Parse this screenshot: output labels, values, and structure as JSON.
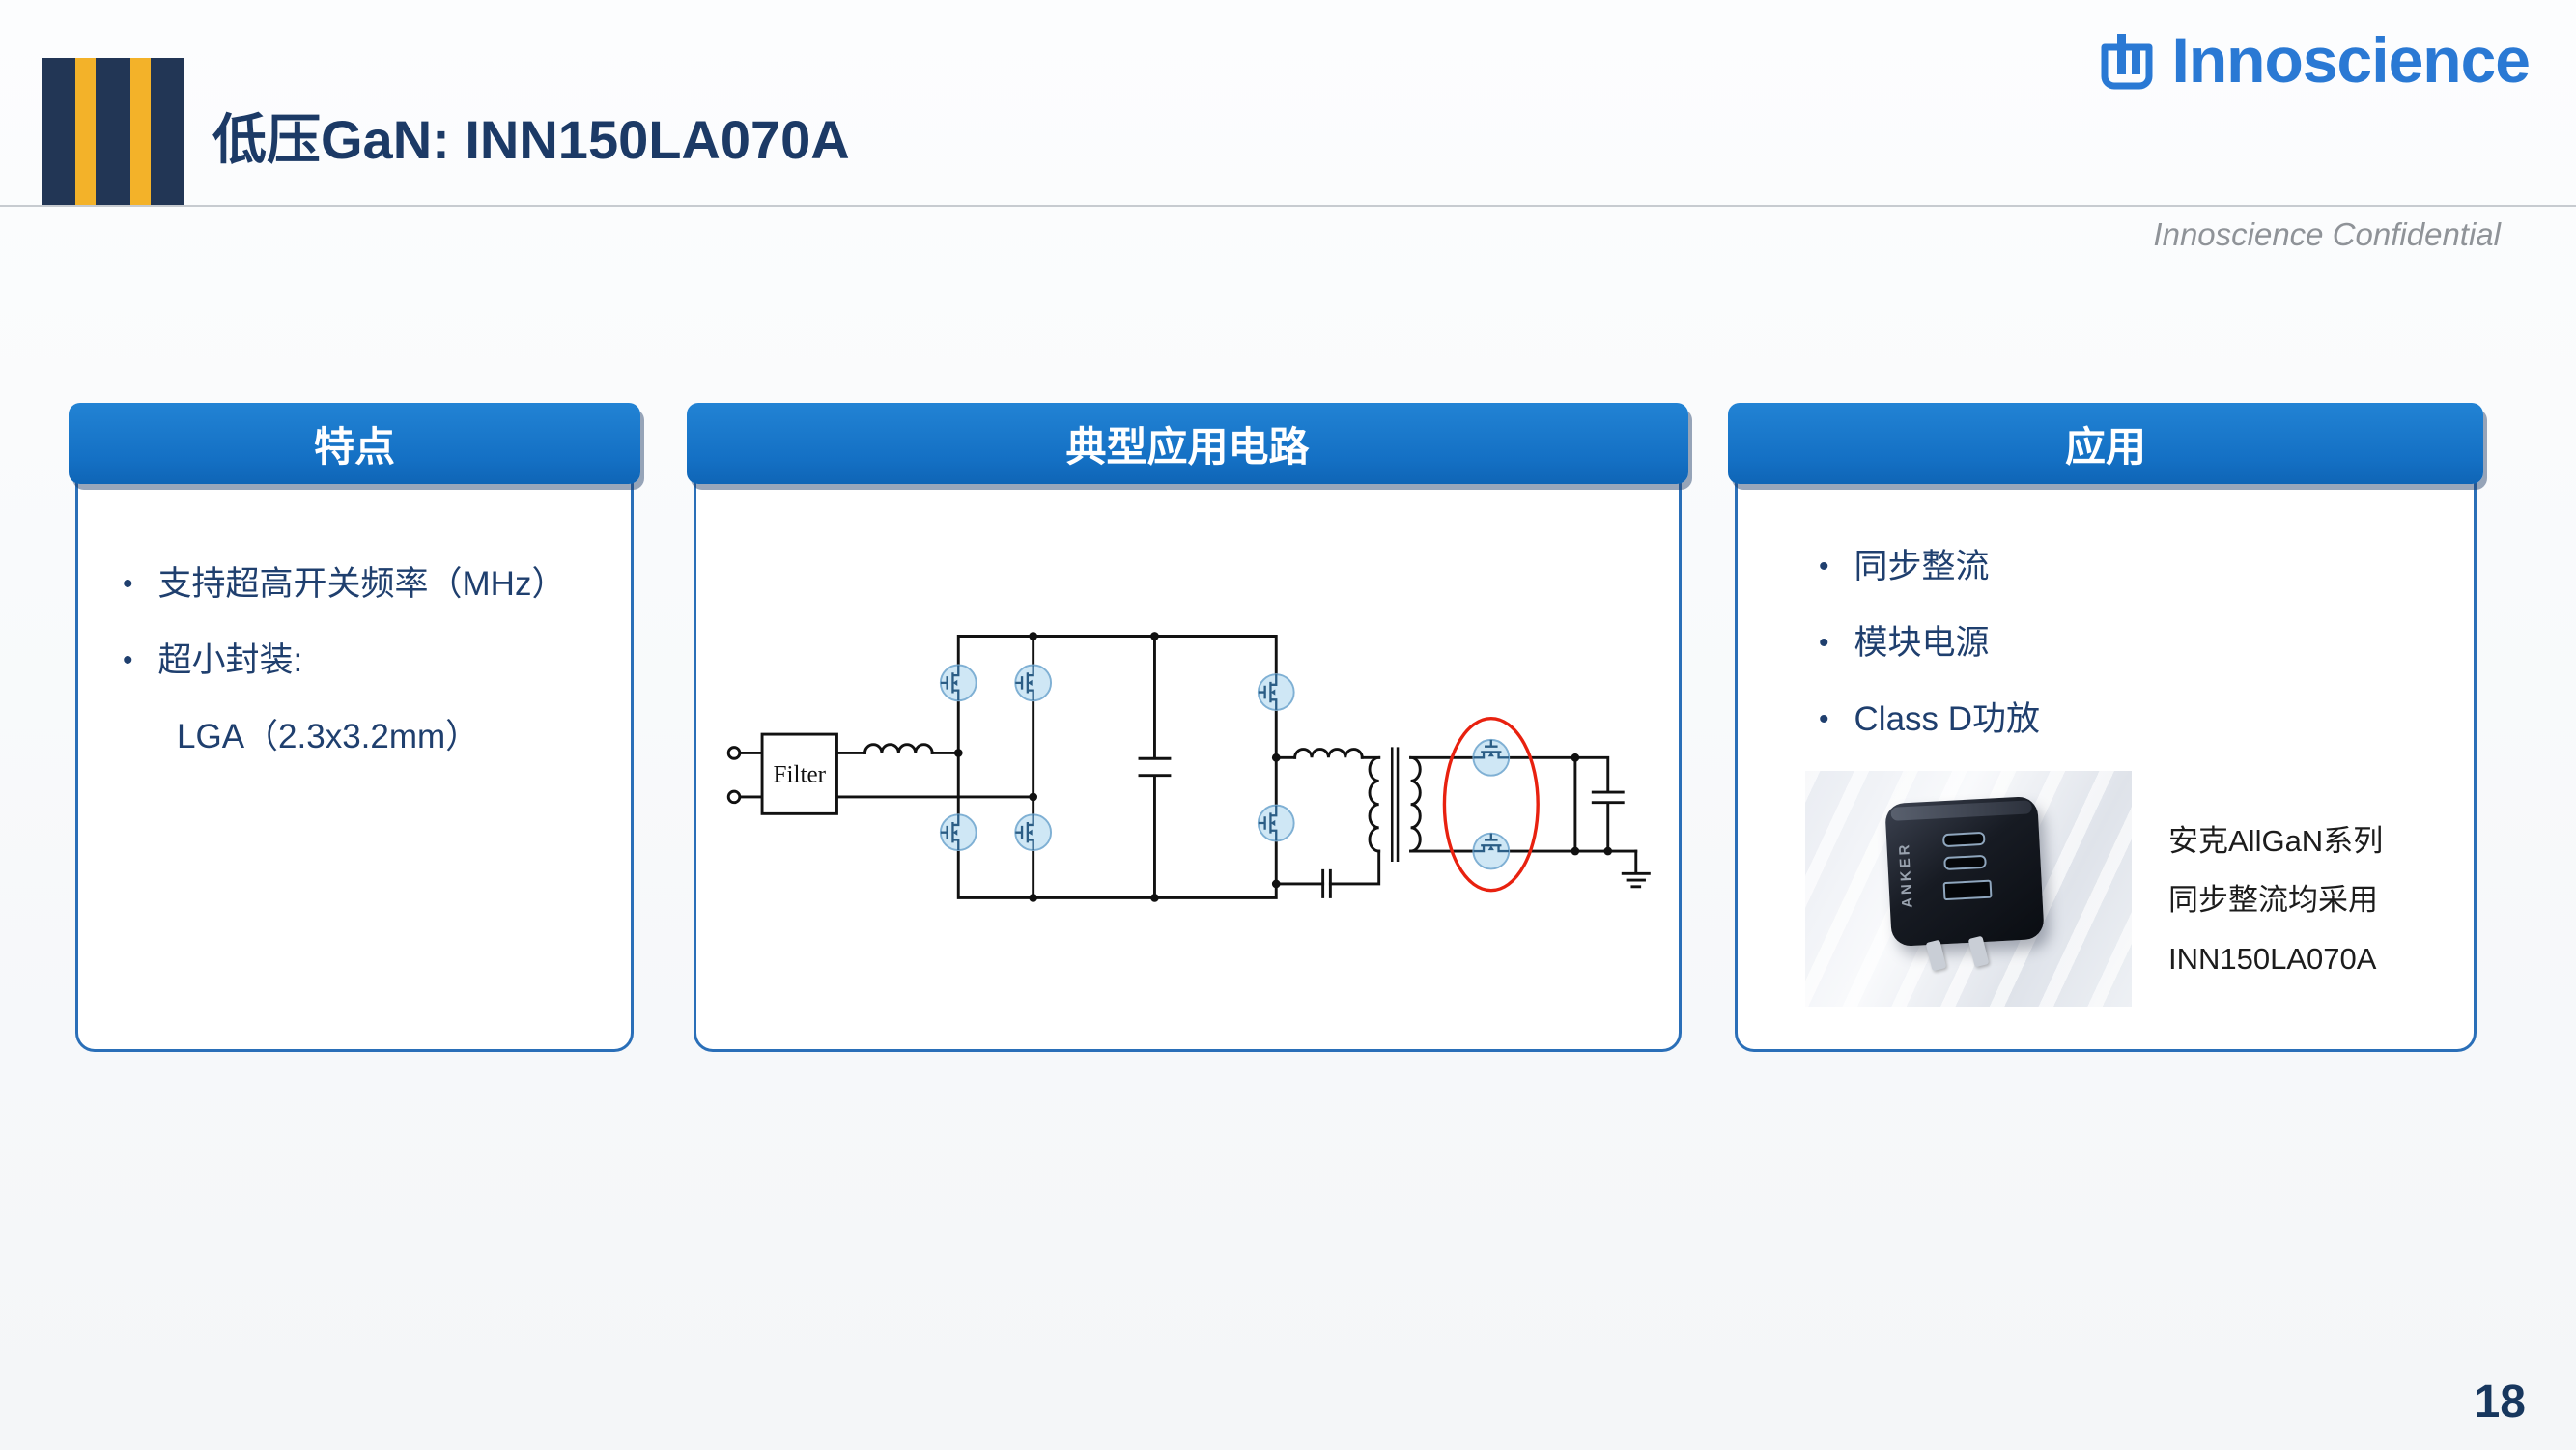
{
  "slide": {
    "title": "低压GaN: INN150LA070A",
    "logo_text": "Innoscience",
    "confidential": "Innoscience Confidential",
    "page_number": "18"
  },
  "features_card": {
    "header": "特点",
    "bullets": [
      "支持超高开关频率（MHz）",
      "超小封装:"
    ],
    "sub_line": "LGA（2.3x3.2mm）"
  },
  "circuit_card": {
    "header": "典型应用电路",
    "filter_label": "Filter"
  },
  "applications_card": {
    "header": "应用",
    "bullets": [
      "同步整流",
      "模块电源",
      "Class D功放"
    ],
    "charger_brand": "ANKER",
    "caption_lines": [
      "安克AllGaN系列",
      "同步整流均采用",
      "INN150LA070A"
    ]
  },
  "colors": {
    "header_blue": "#1774c8",
    "card_border_blue": "#2a6fb8",
    "title_navy": "#1c3a66",
    "accent_gold": "#f3b229",
    "logo_blue": "#2a79d4",
    "highlight_red": "#e8210f"
  }
}
